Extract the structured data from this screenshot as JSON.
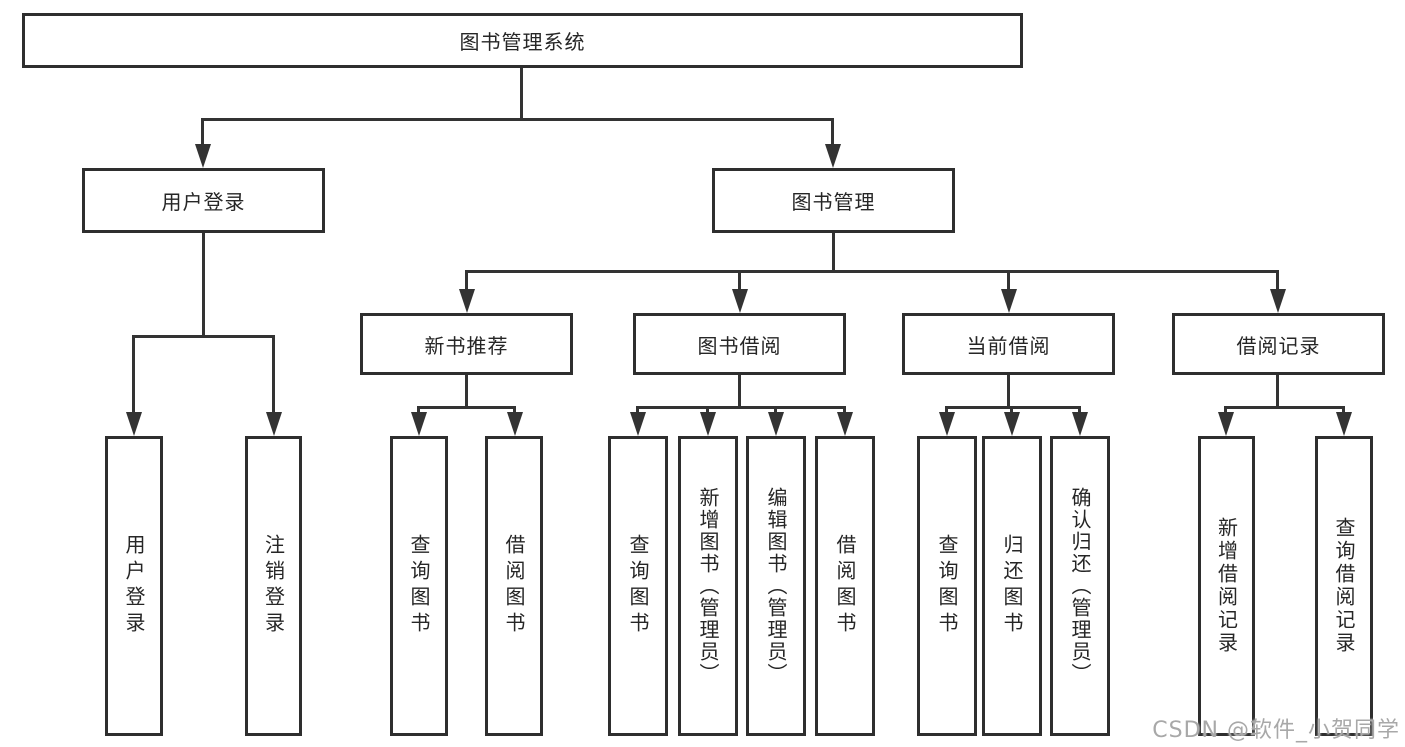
{
  "diagram": {
    "title": "图书管理系统",
    "level2": [
      {
        "label": "用户登录"
      },
      {
        "label": "图书管理"
      }
    ],
    "level3": [
      {
        "label": "新书推荐"
      },
      {
        "label": "图书借阅"
      },
      {
        "label": "当前借阅"
      },
      {
        "label": "借阅记录"
      }
    ],
    "leaves_login": [
      "用户登录",
      "注销登录"
    ],
    "leaves_recommend": [
      "查询图书",
      "借阅图书"
    ],
    "leaves_borrow": [
      "查询图书",
      "新增图书（管理员）",
      "编辑图书（管理员）",
      "借阅图书"
    ],
    "leaves_current": [
      "查询图书",
      "归还图书",
      "确认归还（管理员）"
    ],
    "leaves_records": [
      "新增借阅记录",
      "查询借阅记录"
    ]
  },
  "watermark": "CSDN @软件_小贺同学",
  "colors": {
    "line": "#333333",
    "border": "#2e2e2e",
    "text": "#262626",
    "watermark": "#a8a8a8"
  }
}
